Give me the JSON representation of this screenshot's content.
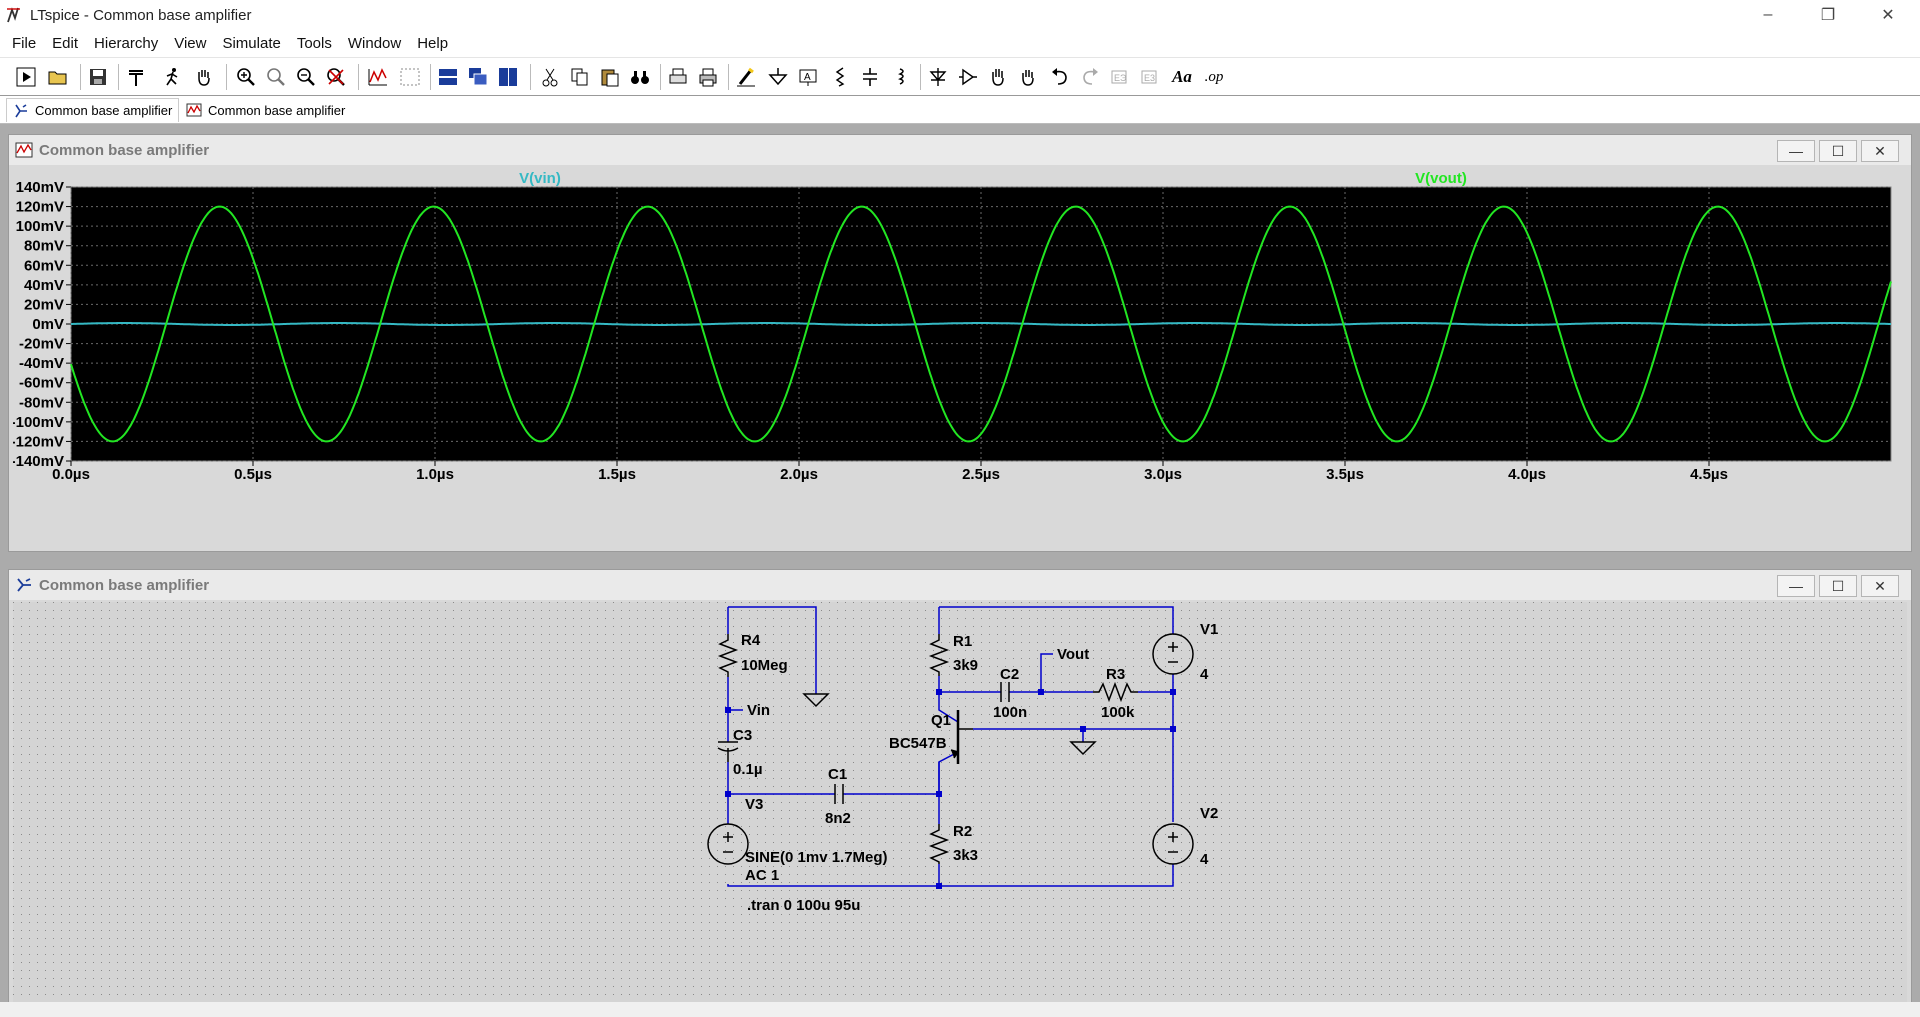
{
  "window": {
    "title": "LTspice - Common base amplifier",
    "minimize": "–",
    "restore": "❐",
    "close": "✕"
  },
  "menu": [
    "File",
    "Edit",
    "Hierarchy",
    "View",
    "Simulate",
    "Tools",
    "Window",
    "Help"
  ],
  "tabs": [
    {
      "label": "Common base amplifier",
      "kind": "schematic"
    },
    {
      "label": "Common base amplifier",
      "kind": "waveform"
    }
  ],
  "toolbar": {
    "icons": [
      "run-icon",
      "open-icon",
      "save-icon",
      "control-panel-icon",
      "run-halt-icon",
      "pan-icon",
      "zoom-in-icon",
      "zoom-box-icon",
      "zoom-out-icon",
      "zoom-cancel-icon",
      "autorange-icon",
      "grid-icon",
      "tile-horizontal-icon",
      "cascade-icon",
      "tile-vertical-icon",
      "cut-icon",
      "copy-icon",
      "paste-icon",
      "find-icon",
      "print-icon",
      "print-setup-icon",
      "draw-wire-icon",
      "ground-icon",
      "label-net-icon",
      "resistor-icon",
      "capacitor-icon",
      "inductor-icon",
      "diode-icon",
      "component-icon",
      "move-icon",
      "drag-icon",
      "undo-icon",
      "redo-icon",
      "rotate-icon",
      "mirror-icon",
      "text-icon",
      "spice-directive-icon"
    ],
    "text_label": "Aa",
    "op_label": ".op"
  },
  "plot_window": {
    "title": "Common base amplifier",
    "minimize": "—",
    "maximize": "☐",
    "close": "✕"
  },
  "schematic_window": {
    "title": "Common base amplifier",
    "minimize": "—",
    "maximize": "☐",
    "close": "✕"
  },
  "chart_data": {
    "type": "line",
    "title": "",
    "xlabel": "",
    "ylabel": "",
    "xlim": [
      0.0,
      5.0
    ],
    "ylim": [
      -140,
      140
    ],
    "x_unit": "µs",
    "y_unit": "mV",
    "x_ticks": [
      "0.0µs",
      "0.5µs",
      "1.0µs",
      "1.5µs",
      "2.0µs",
      "2.5µs",
      "3.0µs",
      "3.5µs",
      "4.0µs",
      "4.5µs"
    ],
    "x_tick_values": [
      0.0,
      0.5,
      1.0,
      1.5,
      2.0,
      2.5,
      3.0,
      3.5,
      4.0,
      4.5
    ],
    "y_ticks": [
      "140mV",
      "120mV",
      "100mV",
      "80mV",
      "60mV",
      "40mV",
      "20mV",
      "0mV",
      "-20mV",
      "-40mV",
      "-60mV",
      "-80mV",
      "-100mV",
      "-120mV",
      "-140mV"
    ],
    "y_tick_values": [
      140,
      120,
      100,
      80,
      60,
      40,
      20,
      0,
      -20,
      -40,
      -60,
      -80,
      -100,
      -120,
      -140
    ],
    "grid": true,
    "background": "#000000",
    "series": [
      {
        "name": "V(vin)",
        "color": "#35b9c4",
        "amplitude_mV": 1,
        "period_us": 0.588,
        "phase_deg": 0,
        "note_offset_mV": 0
      },
      {
        "name": "V(vout)",
        "color": "#22e622",
        "amplitude_mV": 120,
        "period_us": 0.588,
        "phase_deg": 200
      }
    ]
  },
  "schematic": {
    "components": {
      "R4": {
        "name": "R4",
        "value": "10Meg"
      },
      "R1": {
        "name": "R1",
        "value": "3k9"
      },
      "R2": {
        "name": "R2",
        "value": "3k3"
      },
      "R3": {
        "name": "R3",
        "value": "100k"
      },
      "C1": {
        "name": "C1",
        "value": "8n2"
      },
      "C2": {
        "name": "C2",
        "value": "100n"
      },
      "C3": {
        "name": "C3",
        "value": "0.1µ"
      },
      "Q1": {
        "name": "Q1",
        "value": "BC547B"
      },
      "V1": {
        "name": "V1",
        "value": "4"
      },
      "V2": {
        "name": "V2",
        "value": "4"
      },
      "V3": {
        "name": "V3",
        "value": "SINE(0 1mv 1.7Meg)",
        "value2": "AC 1"
      }
    },
    "net_labels": {
      "vin": "Vin",
      "vout": "Vout"
    },
    "directive": ".tran 0 100u 95u",
    "colors": {
      "wire": "#0000cc",
      "component": "#000000",
      "background": "#d4d4d4",
      "dot_grid": "#808080"
    }
  }
}
